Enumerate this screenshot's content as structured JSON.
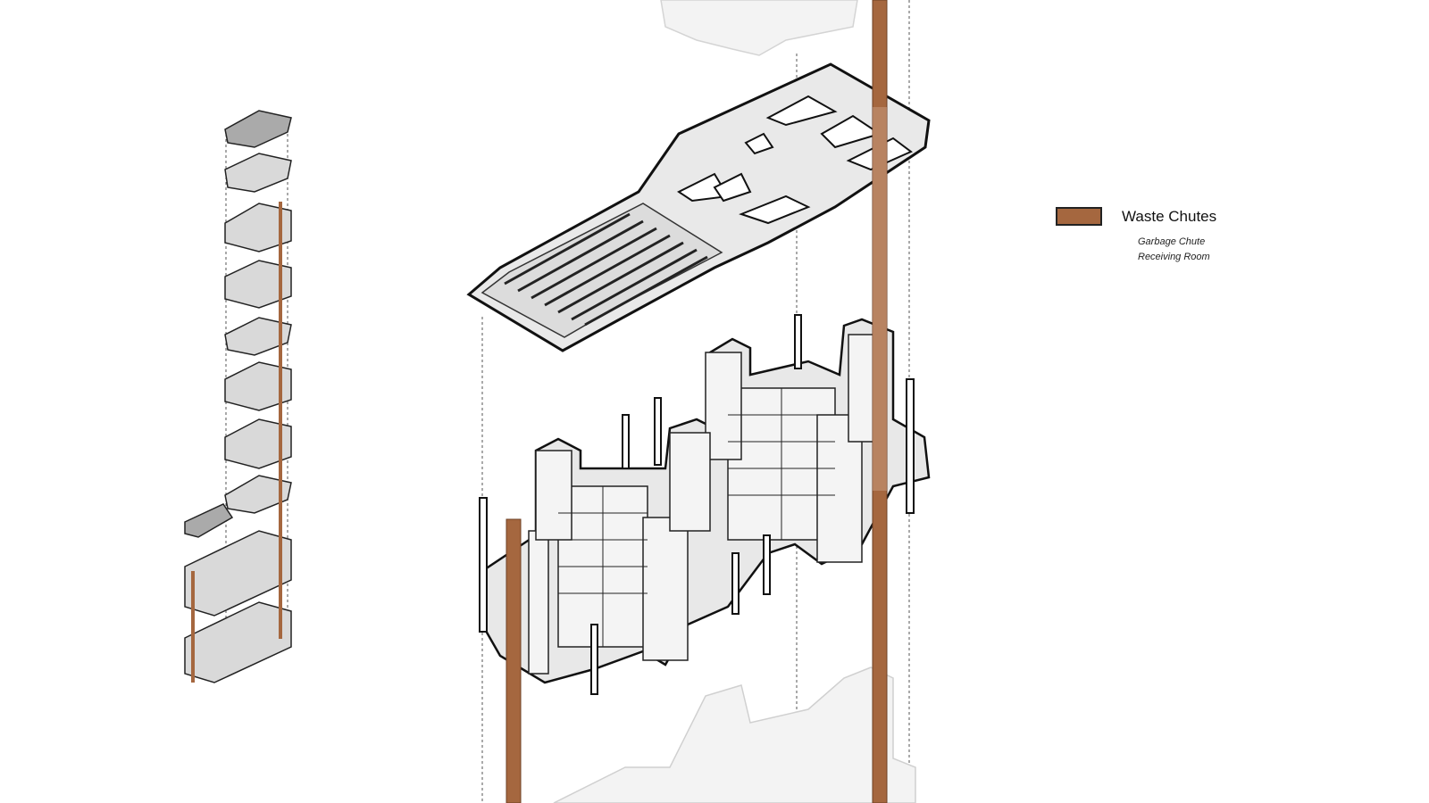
{
  "legend": {
    "title": "Waste Chutes",
    "items": [
      "Garbage Chute",
      "Receiving Room"
    ],
    "swatch_color": "#a5673f"
  },
  "colors": {
    "chute": "#a5673f",
    "building_fill": "#e6e6e6",
    "outline": "#1a1a1a",
    "ghost": "#f1f1f1"
  }
}
